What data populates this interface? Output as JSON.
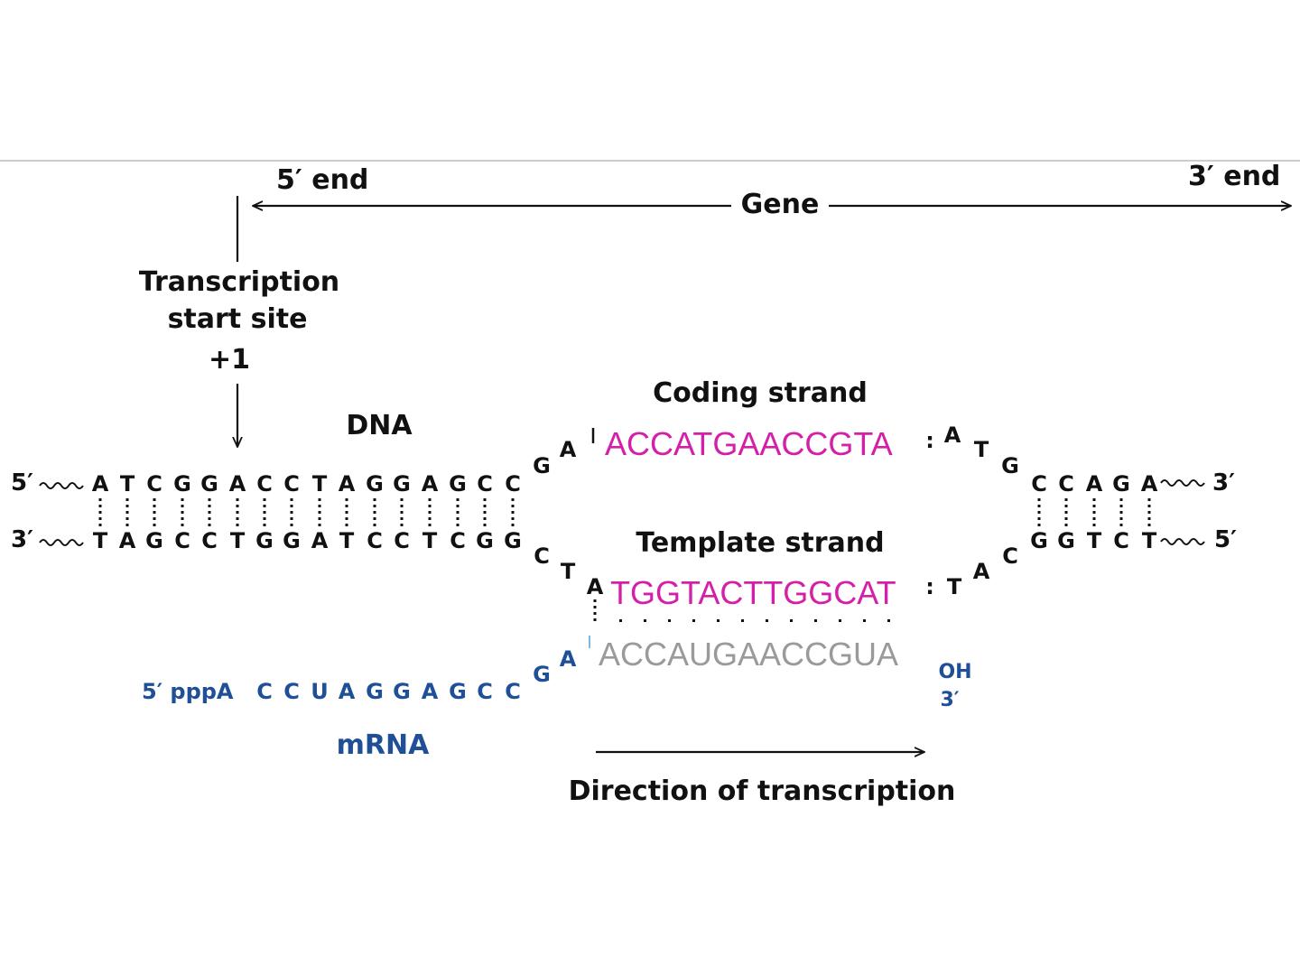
{
  "gene": {
    "five_end": "5′ end",
    "three_end": "3′ end",
    "gene_label": "Gene"
  },
  "tss": {
    "line1": "Transcription",
    "line2": "start site",
    "plus_one": "+1"
  },
  "dna_label": "DNA",
  "coding_strand": {
    "label": "Coding strand",
    "five_prime": "5′",
    "three_prime": "3′",
    "left_bases": [
      "A",
      "T",
      "C",
      "G",
      "G",
      "A",
      "C",
      "C",
      "T",
      "A",
      "G",
      "G",
      "A",
      "G",
      "C",
      "C"
    ],
    "bubble_left": [
      "G",
      "A"
    ],
    "highlight": "ACCATGAACCGTA",
    "bubble_right": [
      "A",
      "T",
      "G"
    ],
    "right_bases": [
      "C",
      "C",
      "A",
      "G",
      "A"
    ]
  },
  "template_strand": {
    "label": "Template strand",
    "three_prime": "3′",
    "five_prime": "5′",
    "left_bases": [
      "T",
      "A",
      "G",
      "C",
      "C",
      "T",
      "G",
      "G",
      "A",
      "T",
      "C",
      "C",
      "T",
      "C",
      "G",
      "G"
    ],
    "bubble_left": [
      "C",
      "T",
      "A"
    ],
    "highlight": "TGGTACTTGGCAT",
    "bubble_right": [
      "T",
      "A",
      "C"
    ],
    "right_bases": [
      "G",
      "G",
      "T",
      "C",
      "T"
    ]
  },
  "mrna": {
    "label": "mRNA",
    "prefix": "5′ pppA",
    "bases": [
      "C",
      "C",
      "U",
      "A",
      "G",
      "G",
      "A",
      "G",
      "C",
      "C"
    ],
    "bubble_left": [
      "G",
      "A"
    ],
    "highlight": "ACCAUGAACCGUA",
    "oh": "OH",
    "three_prime": "3′"
  },
  "direction_label": "Direction of transcription",
  "colors": {
    "black": "#111111",
    "magenta": "#d61fa8",
    "gray": "#9a9a9a",
    "blue": "#1f4f97",
    "rule": "#bbbbbb"
  }
}
